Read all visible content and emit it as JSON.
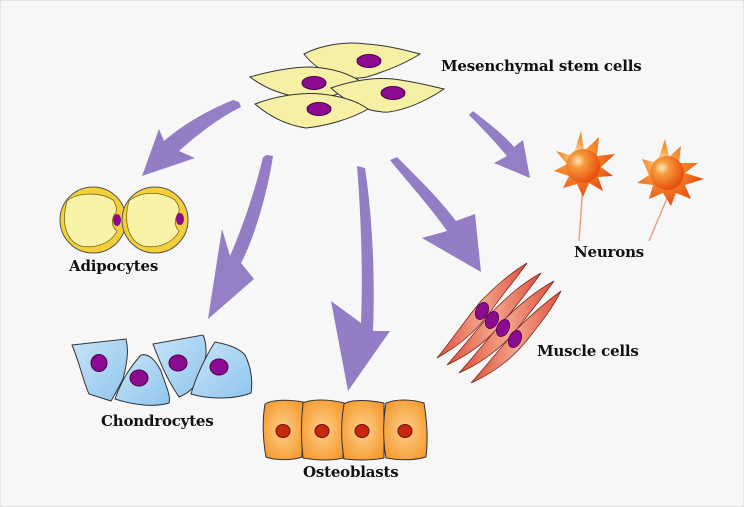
{
  "diagram": {
    "title": "Mesenchymal stem cell differentiation",
    "source": {
      "label": "Mesenchymal stem cells",
      "cell_color": "#f5f0a3",
      "nucleus_color": "#8b0a8f",
      "cell_count": 4
    },
    "arrow_color": "#8e77c2",
    "targets": [
      {
        "id": "adipocytes",
        "label": "Adipocytes",
        "cell_color": "#f6e45a",
        "cell_count": 2
      },
      {
        "id": "chondrocytes",
        "label": "Chondrocytes",
        "cell_color": "#a9d4f2",
        "cell_count": 4
      },
      {
        "id": "osteoblasts",
        "label": "Osteoblasts",
        "cell_color": "#f7a33f",
        "cell_count": 4
      },
      {
        "id": "muscle-cells",
        "label": "Muscle cells",
        "cell_color": "#e9725a",
        "cell_count": 4
      },
      {
        "id": "neurons",
        "label": "Neurons",
        "cell_color": "#f46a16",
        "cell_count": 2
      }
    ]
  }
}
